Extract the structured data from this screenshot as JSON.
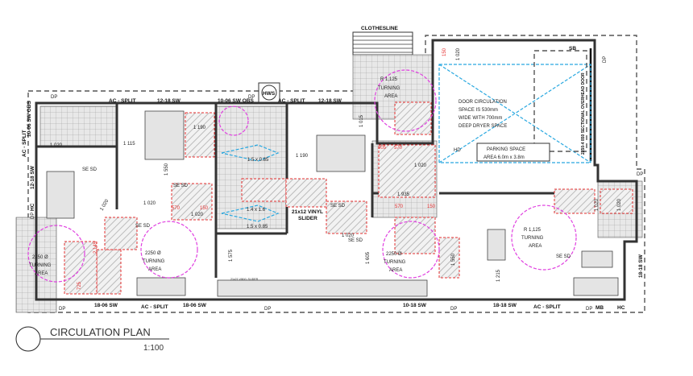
{
  "title": {
    "main": "CIRCULATION PLAN",
    "scale": "1:100"
  },
  "colors": {
    "wall": "#333333",
    "circulation_zone": "#e53030",
    "turning_circle": "#e040e0",
    "vehicle_zone": "#29a8e0"
  },
  "annotations": [
    "CLOTHESLINE",
    "HWS",
    "AC - SPLIT",
    "12-18 SW",
    "10-06 SW OBS",
    "DP",
    "DP",
    "AC - SPLIT",
    "12-18 SW",
    "10-06 SW OBS",
    "AC - SPLIT",
    "12-18 SW",
    "HC",
    "DP",
    "1 020",
    "1 115",
    "1 190",
    "1 550",
    "1 190",
    "1 015",
    "1.5 x 0.85",
    "1.4 x 1.6",
    "1.5 x 0.85",
    "21x12 VINYL",
    "SLIDER",
    "1 020",
    "1 020",
    "1 020",
    "570",
    "150",
    "SE SD",
    "SE SD",
    "SE SD",
    "R 1,125",
    "TURNING",
    "AREA",
    "DOOR CIRCULATION",
    "SPACE IS 530mm",
    "WIDE WITH 700mm",
    "DEEP DRYER SPACE",
    "PARKING SPACE",
    "AREA 6.0m x 3.8m",
    "SB",
    "2250-4 850 SECTIONAL OVERHEAD DOOR",
    "HD",
    "DP",
    "150",
    "1 020",
    "805",
    "570",
    "1 935",
    "1 020",
    "570",
    "150",
    "2250 Ø",
    "TURNING",
    "AREA",
    "2250 Ø",
    "TURNING",
    "AREA",
    "2250 Ø",
    "TURNING",
    "AREA",
    "R 1,125",
    "TURNING",
    "AREA",
    "SE SD",
    "SE SD",
    "SE SD",
    "1 575",
    "1 605",
    "1 550",
    "1 215",
    "21x21 VINYL SLIDER",
    "1 020",
    "18-06 SW",
    "AC - SPLIT",
    "18-06 SW",
    "DP",
    "DP",
    "10-18 SW",
    "DP",
    "18-18 SW",
    "AC - SPLIT",
    "DP",
    "MB",
    "HC",
    "DP",
    "18-18 SW",
    "1 020",
    "725",
    "2 145",
    "1 020"
  ]
}
